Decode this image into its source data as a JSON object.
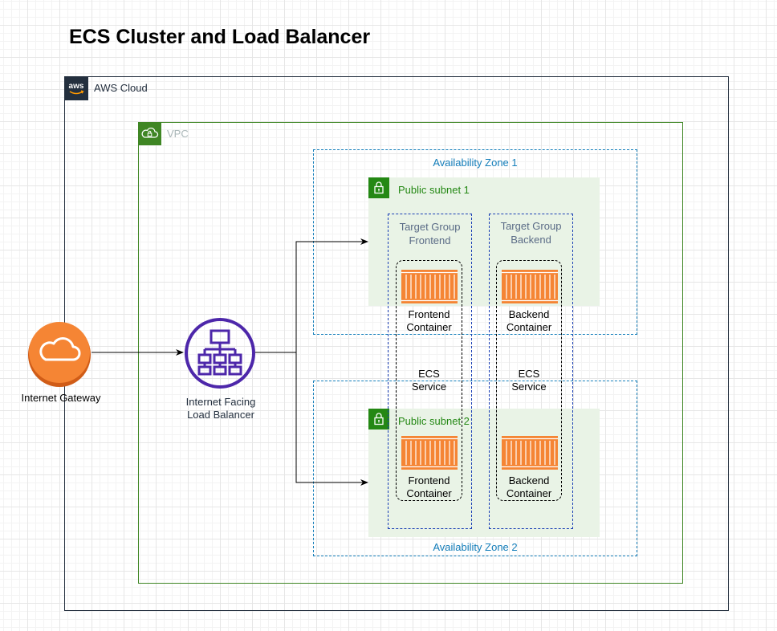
{
  "diagram": {
    "title": "ECS Cluster and Load Balancer",
    "aws_cloud": {
      "label": "AWS Cloud",
      "badge_text": "aws"
    },
    "vpc": {
      "label": "VPC"
    },
    "availability_zones": [
      {
        "label": "Availability Zone 1"
      },
      {
        "label": "Availability Zone 2"
      }
    ],
    "subnets": [
      {
        "label": "Public subnet 1"
      },
      {
        "label": "Public subnet 2"
      }
    ],
    "target_groups": [
      {
        "line1": "Target Group",
        "line2": "Frontend"
      },
      {
        "line1": "Target Group",
        "line2": "Backend"
      }
    ],
    "ecs_services": [
      {
        "line1": "ECS",
        "line2": "Service"
      },
      {
        "line1": "ECS",
        "line2": "Service"
      }
    ],
    "containers": [
      {
        "line1": "Frontend",
        "line2": "Container"
      },
      {
        "line1": "Backend",
        "line2": "Container"
      },
      {
        "line1": "Frontend",
        "line2": "Container"
      },
      {
        "line1": "Backend",
        "line2": "Container"
      }
    ],
    "internet_gateway": {
      "label": "Internet Gateway"
    },
    "load_balancer": {
      "line1": "Internet Facing",
      "line2": "Load Balancer"
    },
    "colors": {
      "aws_dark": "#232f3e",
      "vpc_green": "#3f8624",
      "subnet_green": "#248814",
      "subnet_fill": "#e9f3e6",
      "az_blue": "#147eba",
      "target_group_blue": "#1a3fb5",
      "container_orange": "#f58534",
      "gateway_orange": "#f58534",
      "load_balancer_purple": "#4d27aa"
    },
    "icons": {
      "aws_cloud": "aws-logo-icon",
      "vpc": "vpc-cloud-lock-icon",
      "subnet": "padlock-icon",
      "container": "ecs-container-icon",
      "gateway": "cloud-icon",
      "load_balancer": "load-balancer-icon"
    }
  }
}
